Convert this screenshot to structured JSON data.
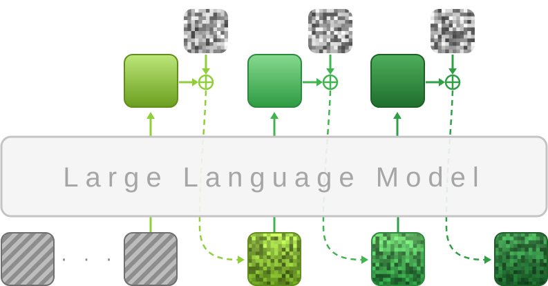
{
  "llm": {
    "label": "Large Language Model"
  },
  "context": {
    "ellipsis": "· · ·"
  },
  "colors": {
    "lime": "#8fcf3a",
    "mid_green": "#3fb44f",
    "dark_green": "#2e9f45",
    "llm_fill": "#f4f4f4",
    "llm_stroke": "#c4c4c4",
    "hatch": "#8a8a8a"
  },
  "icons": {
    "combine": "circled-plus-icon",
    "noise": "noise-tile",
    "context": "hatched-token-tile"
  }
}
